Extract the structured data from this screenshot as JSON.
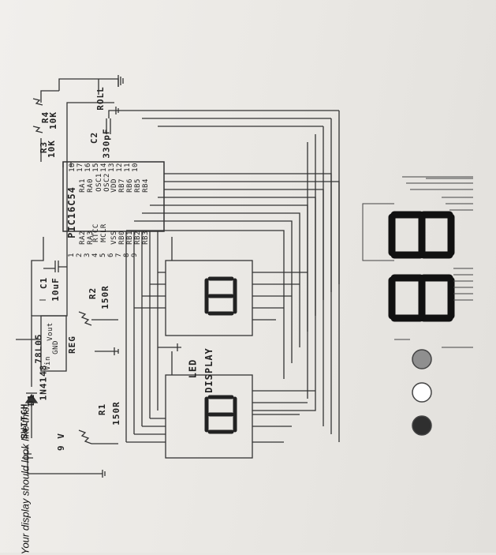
{
  "labels": {
    "switch": "SWITCH",
    "d1": "D1",
    "diode": "1N4148",
    "battery": "9 V",
    "reg": "78L05",
    "reg_vin": "Vin",
    "reg_vout": "Vout",
    "reg_gnd": "GND",
    "reg_name": "REG",
    "c1": "C1",
    "c1_val": "10uF",
    "r1": "R1",
    "r1_val": "150R",
    "r2": "R2",
    "r2_val": "150R",
    "r3": "R3",
    "r3_val": "10K",
    "r4": "R4",
    "r4_val": "10K",
    "roll": "ROLL",
    "c2": "C2",
    "c2_val": "330pF",
    "chip": "PIC16C54",
    "led_display": "LED",
    "led_display2": "DISPLAY"
  },
  "pins_left": [
    "RA2",
    "RA3",
    "RTCC",
    "MCLR",
    "VSS",
    "RB0",
    "RB1",
    "RB2",
    "RB3"
  ],
  "pins_left_num": [
    "1",
    "2",
    "3",
    "4",
    "5",
    "6",
    "7",
    "8",
    "9"
  ],
  "pins_right": [
    "RA1",
    "RA0",
    "OSC1",
    "OSC2",
    "VDD",
    "RB7",
    "RB6",
    "RB5",
    "RB4"
  ],
  "pins_right_num": [
    "18",
    "17",
    "16",
    "15",
    "14",
    "13",
    "12",
    "11",
    "10"
  ],
  "caption": "Your display should look like this.",
  "digit_display": [
    "8",
    "8"
  ],
  "dot_colors": [
    "#3a3a3a",
    "#ffffff",
    "#9a9a9a"
  ]
}
